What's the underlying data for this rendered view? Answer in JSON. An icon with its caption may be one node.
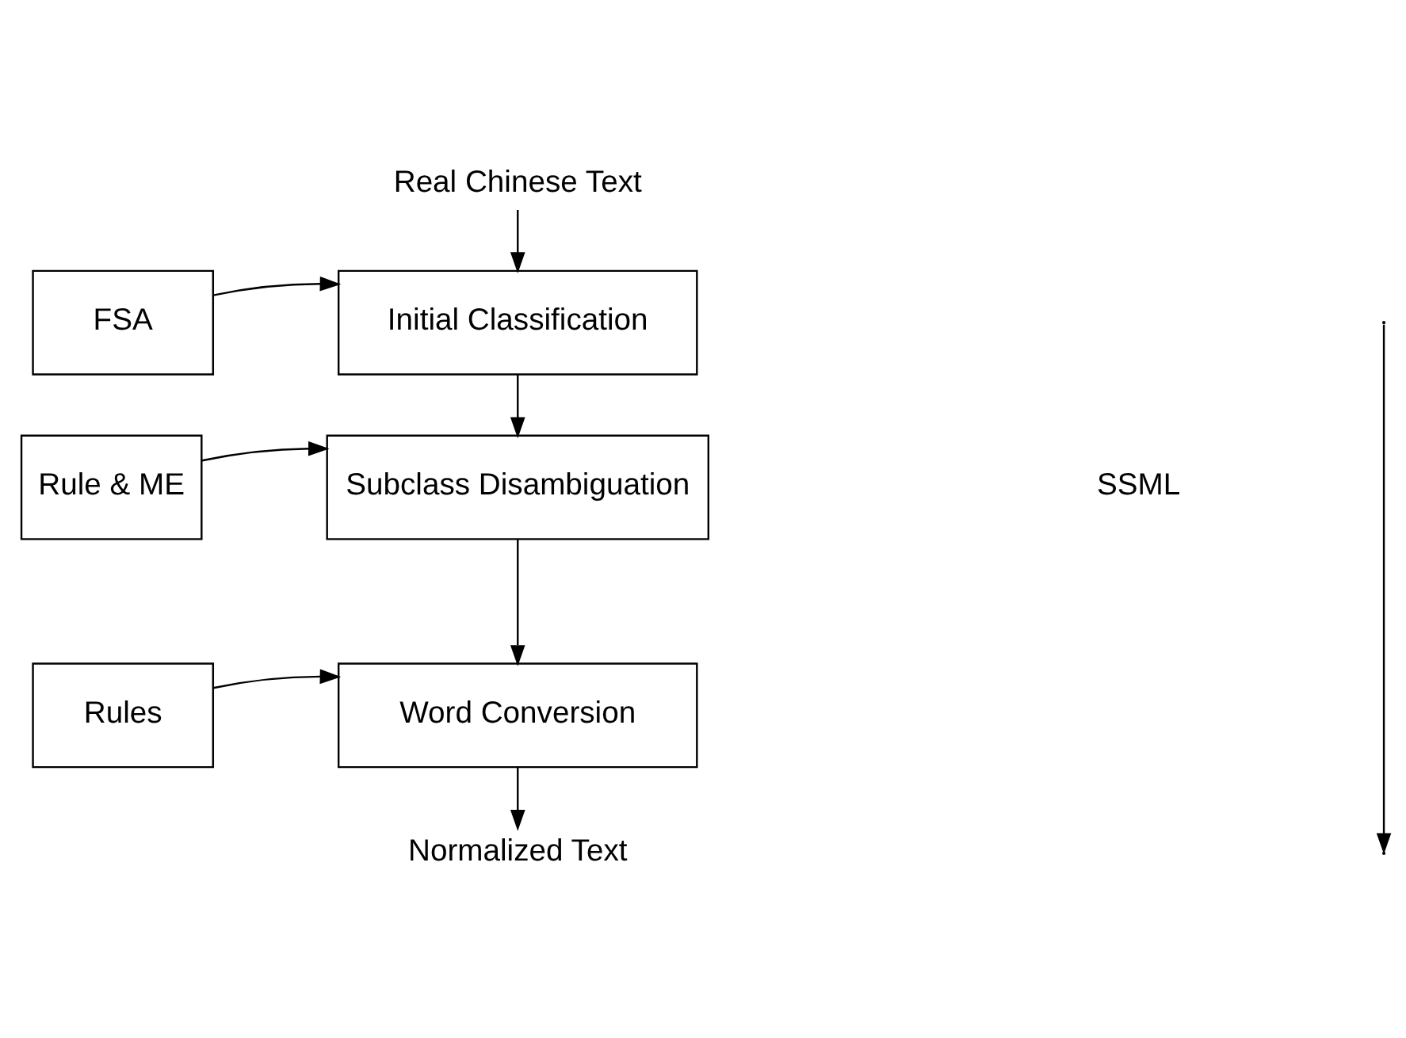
{
  "diagram": {
    "nodes": [
      {
        "text": [
          "Real Chinese Text"
        ]
      },
      {
        "text": [
          "Initial Classification"
        ]
      },
      {
        "text": [
          "FSA"
        ]
      },
      {
        "text": [
          "Subclass Disambiguation"
        ]
      },
      {
        "text": [
          "Rule & ME"
        ]
      },
      {
        "text": [
          "Word Conversion"
        ]
      },
      {
        "text": [
          "Rules"
        ]
      },
      {
        "text": [
          "Normalized Text"
        ]
      }
    ],
    "edges": [
      {
        "from": 0,
        "to": 1,
        "arrow": "to"
      },
      {
        "from": 2,
        "to": 1,
        "arrow": "to"
      },
      {
        "from": 1,
        "to": 3,
        "arrow": "to"
      },
      {
        "from": 4,
        "to": 3,
        "arrow": "to"
      },
      {
        "from": 3,
        "to": 5,
        "arrow": "to"
      },
      {
        "from": 6,
        "to": 5,
        "arrow": "to"
      },
      {
        "from": 5,
        "to": 7,
        "arrow": "to"
      }
    ],
    "labels": [
      "SSML"
    ]
  }
}
